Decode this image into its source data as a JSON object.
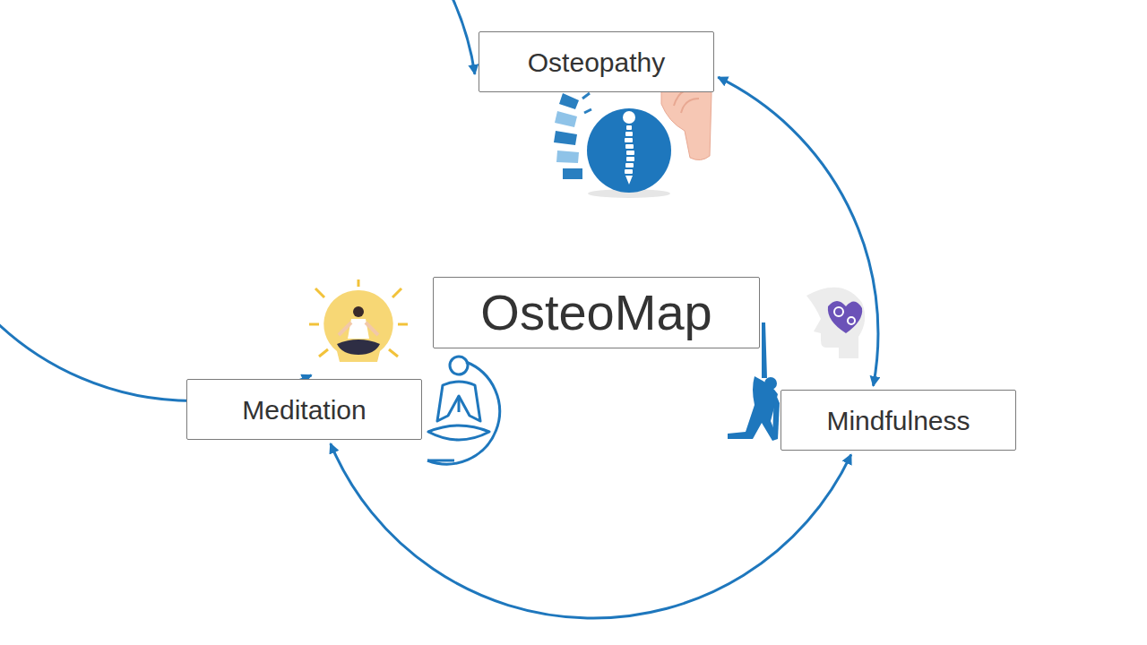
{
  "diagram": {
    "nodes": [
      {
        "text": [
          "Osteopathy"
        ]
      },
      {
        "text": [
          "OsteoMap"
        ]
      },
      {
        "text": [
          "Meditation"
        ]
      },
      {
        "text": [
          "Mindfulness"
        ]
      }
    ],
    "edges": [
      {
        "from": 0,
        "to": 3,
        "arrow": "both"
      },
      {
        "from": 3,
        "to": 2,
        "arrow": "both"
      },
      {
        "from": 2,
        "to": 0,
        "arrow": "both"
      }
    ]
  }
}
